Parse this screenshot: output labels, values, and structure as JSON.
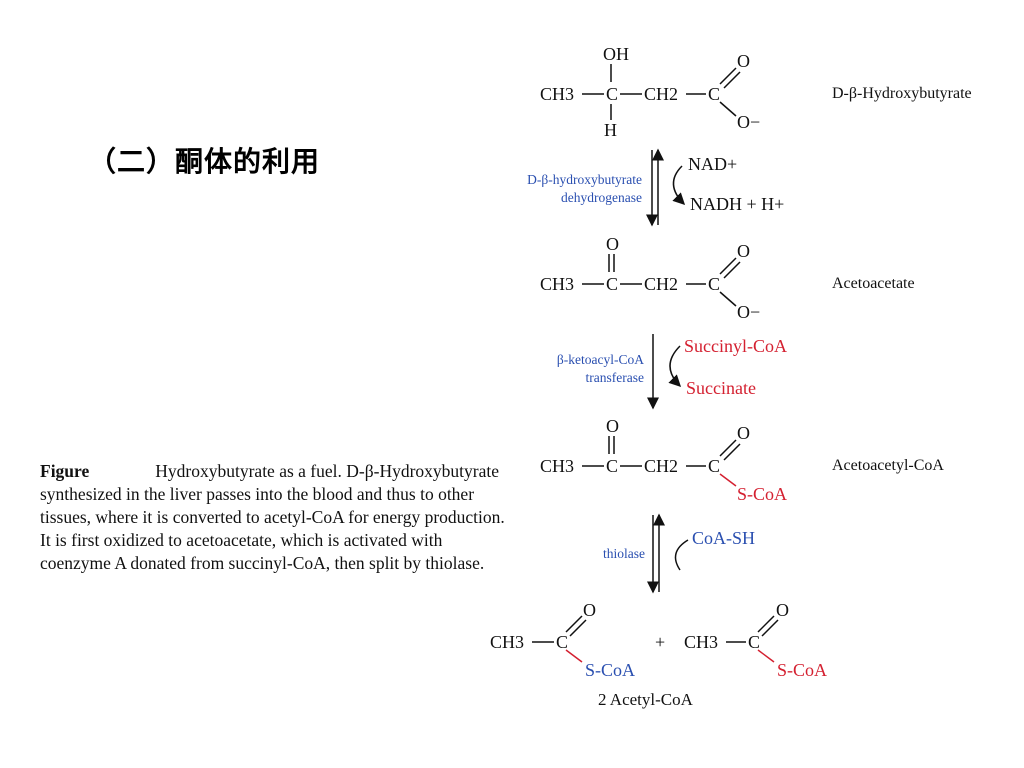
{
  "heading": "（二）酮体的利用",
  "caption": {
    "label": "Figure",
    "text": "Hydroxybutyrate as a fuel. D-β-Hydroxybutyrate synthesized in the liver passes into the blood and thus to other tissues, where it is converted to acetyl-CoA for energy production. It is first oxidized to acetoacetate, which is activated with coenzyme A donated from succinyl-CoA, then split by thiolase."
  },
  "compounds": {
    "c1": {
      "name": "D-β-Hydroxybutyrate",
      "ch3": "CH3",
      "c": "C",
      "ch2": "CH2",
      "c2": "C",
      "oh": "OH",
      "h": "H",
      "o": "O",
      "ominus": "O−"
    },
    "c2": {
      "name": "Acetoacetate",
      "ch3": "CH3",
      "c": "C",
      "ch2": "CH2",
      "c2": "C",
      "o_top": "O",
      "o": "O",
      "ominus": "O−"
    },
    "c3": {
      "name": "Acetoacetyl-CoA",
      "ch3": "CH3",
      "c": "C",
      "ch2": "CH2",
      "c2": "C",
      "o_top": "O",
      "o": "O",
      "scoa": "S-CoA"
    },
    "c4": {
      "name": "2 Acetyl-CoA",
      "ch3a": "CH3",
      "ca": "C",
      "oa": "O",
      "scoa_a": "S-CoA",
      "plus": "+",
      "ch3b": "CH3",
      "cb": "C",
      "ob": "O",
      "scoa_b": "S-CoA"
    }
  },
  "steps": [
    {
      "enzyme_line1": "D-β-hydroxybutyrate",
      "enzyme_line2": "dehydrogenase",
      "in": "NAD+",
      "out": "NADH + H+"
    },
    {
      "enzyme_line1": "β-ketoacyl-CoA",
      "enzyme_line2": "transferase",
      "in": "Succinyl-CoA",
      "out": "Succinate"
    },
    {
      "enzyme_line1": "thiolase",
      "enzyme_line2": "",
      "in": "CoA-SH",
      "out": ""
    }
  ]
}
